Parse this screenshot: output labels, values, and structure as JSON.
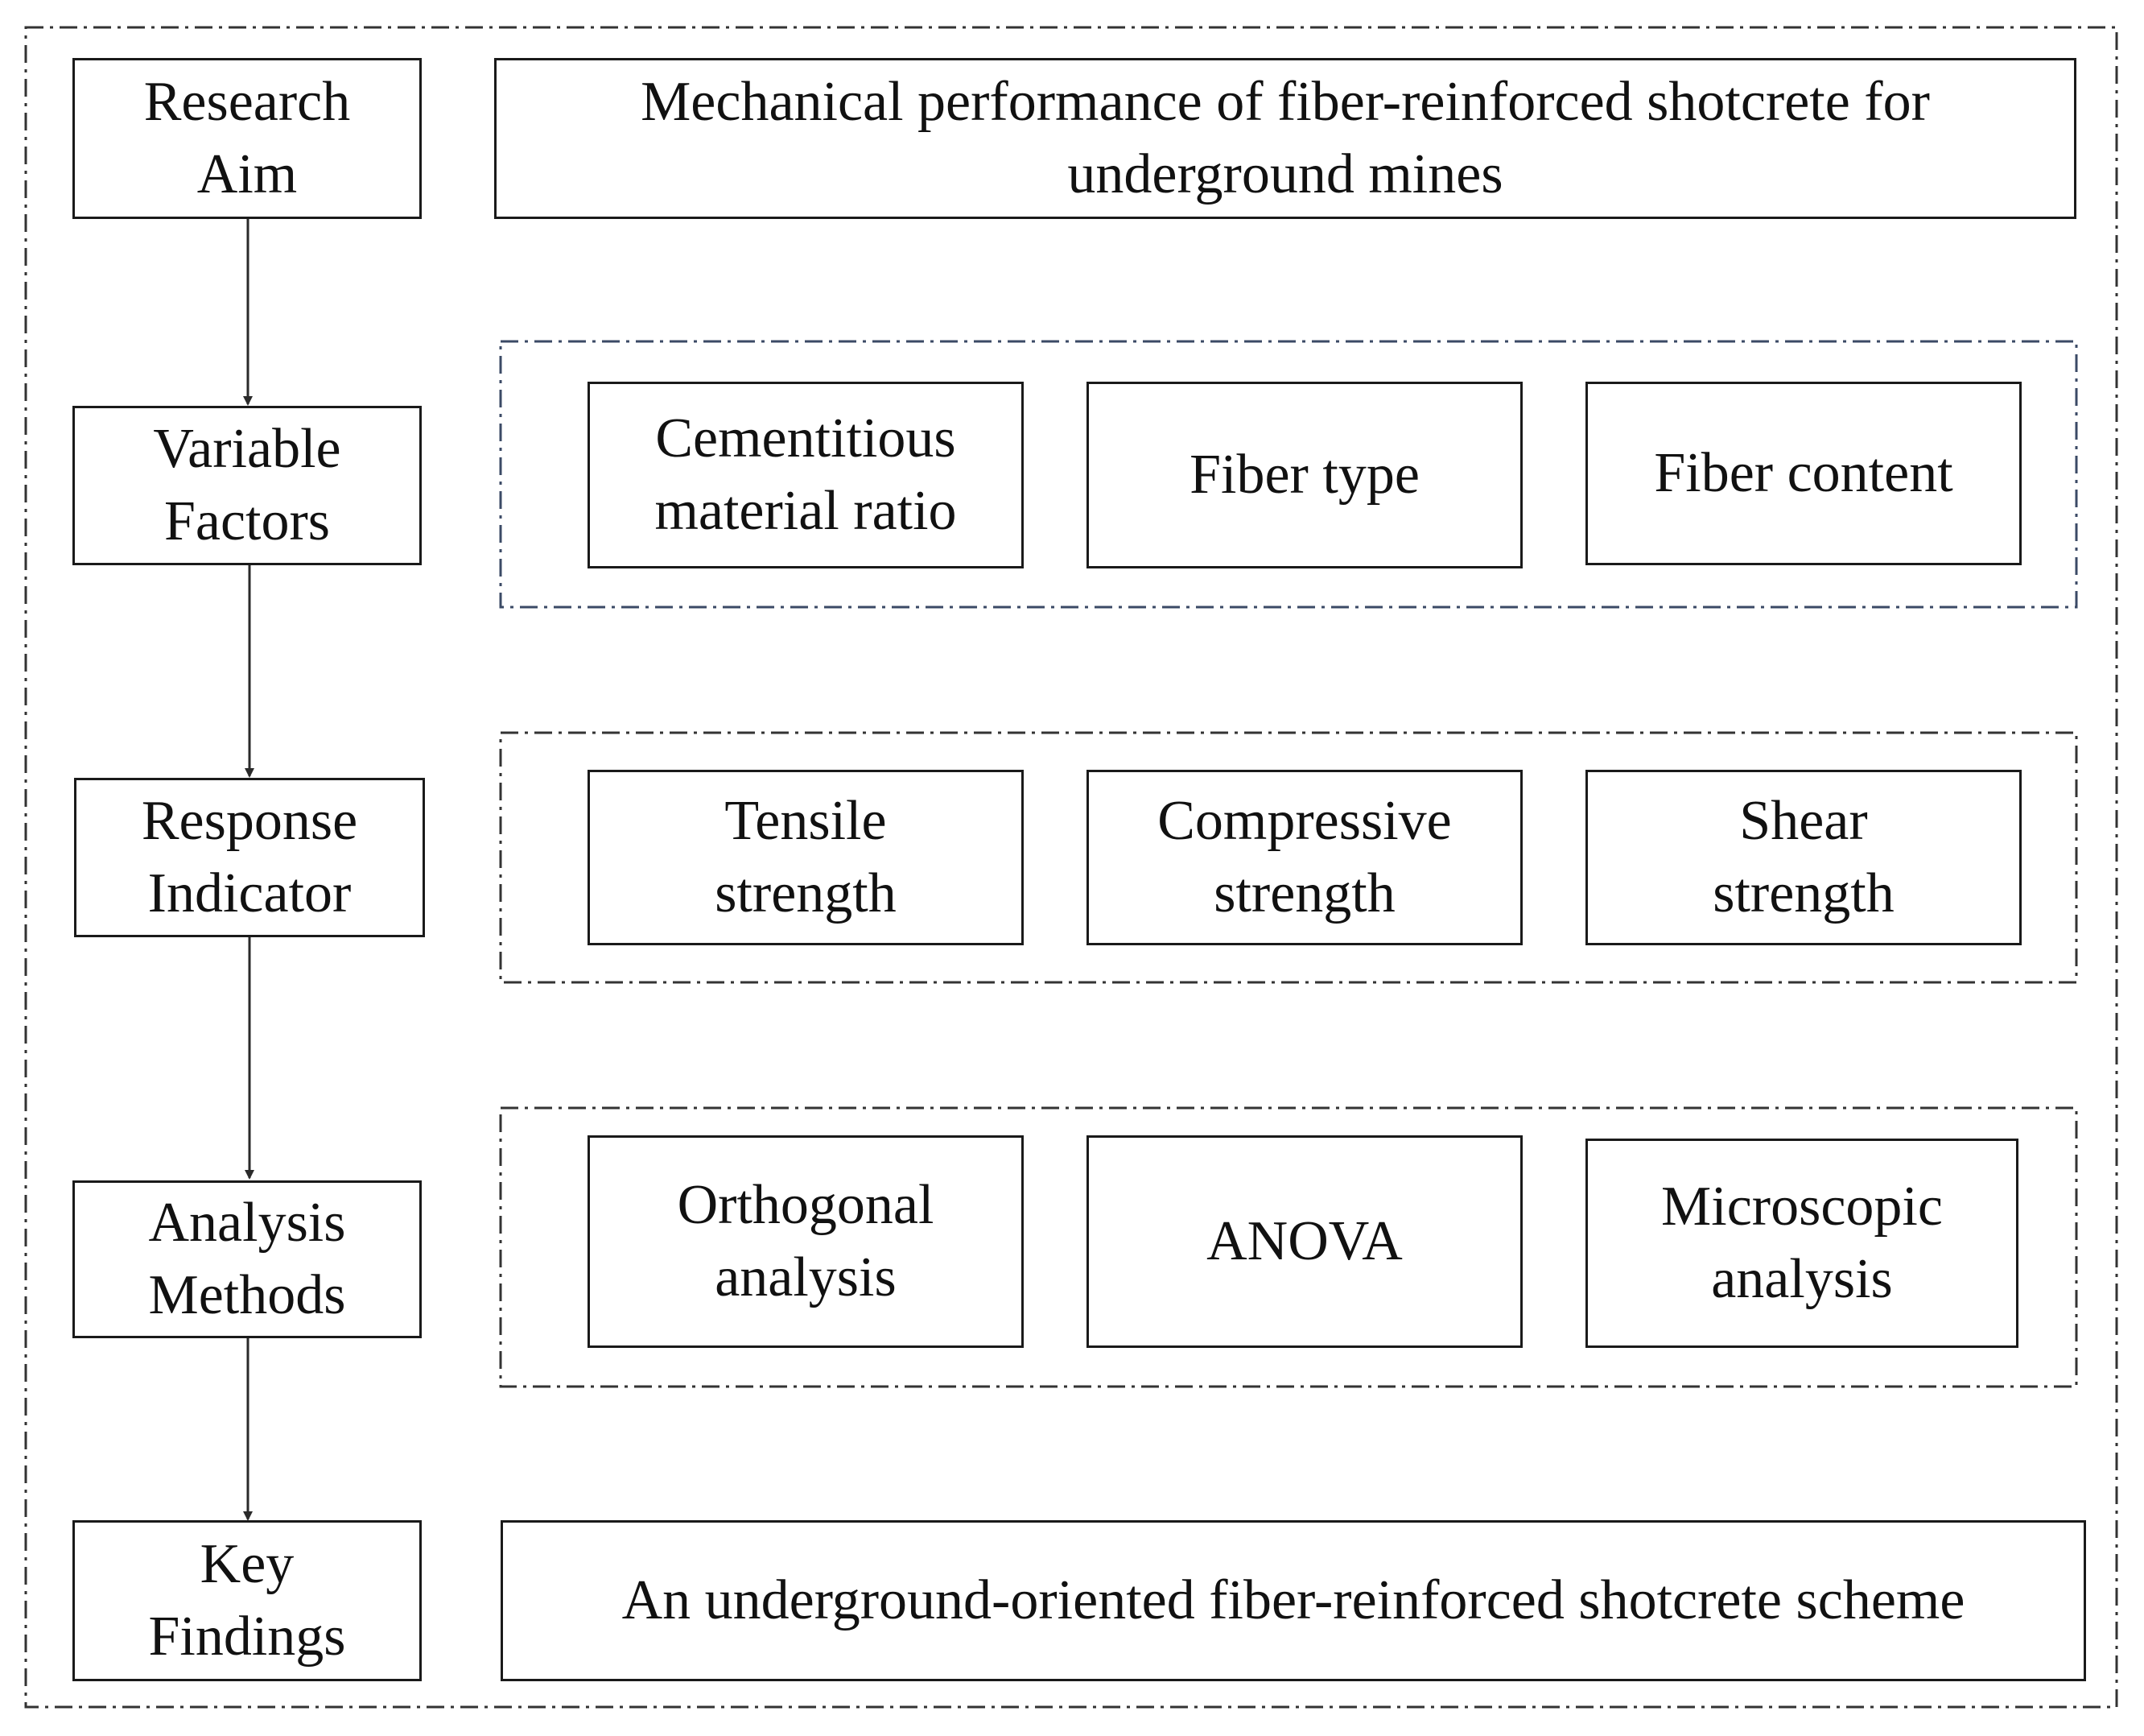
{
  "diagram": {
    "stages": [
      {
        "label": "Research\nAim"
      },
      {
        "label": "Variable\nFactors"
      },
      {
        "label": "Response\nIndicator"
      },
      {
        "label": "Analysis\nMethods"
      },
      {
        "label": "Key\nFindings"
      }
    ],
    "research_aim": "Mechanical performance of fiber-reinforced shotcrete for\nunderground mines",
    "variable_factors": [
      "Cementitious\nmaterial ratio",
      "Fiber type",
      "Fiber content"
    ],
    "response_indicators": [
      "Tensile\nstrength",
      "Compressive\nstrength",
      "Shear\nstrength"
    ],
    "analysis_methods": [
      "Orthogonal\nanalysis",
      "ANOVA",
      "Microscopic\nanalysis"
    ],
    "key_findings": "An underground-oriented fiber-reinforced shotcrete scheme",
    "colors": {
      "box_border": "#1a1a1a",
      "outer_frame": "#333333",
      "variable_frame": "#3b4a66",
      "arrow": "#2a2a2a"
    }
  }
}
